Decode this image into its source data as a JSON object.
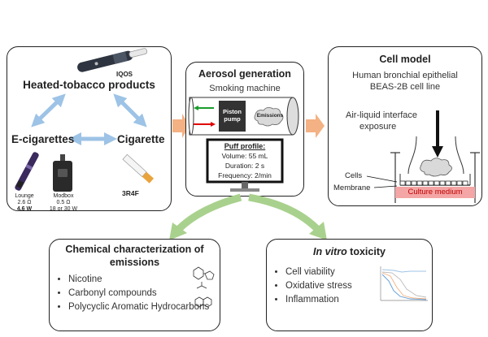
{
  "left_panel": {
    "device_iqos": "IQOS",
    "heated_title": "Heated-tobacco products",
    "ecig_title": "E-cigarettes",
    "cig_title": "Cigarette",
    "lounge": {
      "name": "Lounge",
      "res": "2.6 Ω",
      "power": "4.6 W"
    },
    "modbox": {
      "name": "Modbox",
      "res": "0.5 Ω",
      "power": "18 or 30 W"
    },
    "ref": "3R4F"
  },
  "middle_panel": {
    "title": "Aerosol generation",
    "machine_label": "Smoking machine",
    "piston": "Piston pump",
    "emissions": "Emissions",
    "puff_title": "Puff profile:",
    "volume": "Volume: 55 mL",
    "duration": "Duration: 2 s",
    "frequency": "Frequency: 2/min"
  },
  "right_panel": {
    "title": "Cell model",
    "line1": "Human bronchial epithelial",
    "line2": "BEAS-2B cell line",
    "exposure1": "Air-liquid interface",
    "exposure2": "exposure",
    "cells": "Cells",
    "membrane": "Membrane",
    "medium": "Culture medium"
  },
  "bottom_left": {
    "title1": "Chemical characterization of",
    "title2": "emissions",
    "items": [
      "Nicotine",
      "Carbonyl compounds",
      "Polycyclic Aromatic Hydrocarbons"
    ]
  },
  "bottom_right": {
    "title_italic": "In vitro",
    "title_rest": " toxicity",
    "items": [
      "Cell viability",
      "Oxidative stress",
      "Inflammation"
    ]
  },
  "colors": {
    "arrow_blue": "#9dc3e6",
    "arrow_orange": "#f4b183",
    "arrow_green": "#a9d18e",
    "culture": "#f4a5a5",
    "culture_text": "#c00000"
  }
}
